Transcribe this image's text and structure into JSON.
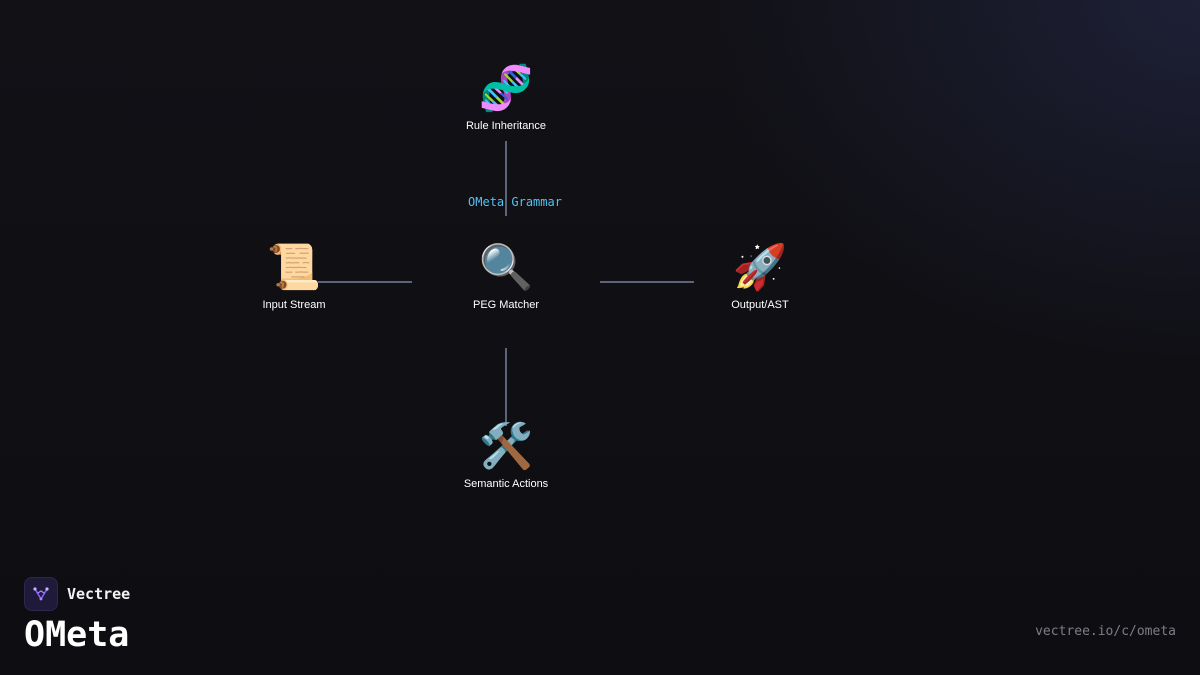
{
  "diagram": {
    "center_label": "OMeta Grammar",
    "nodes": {
      "top": {
        "icon": "dna-icon",
        "emoji": "🧬",
        "label": "Rule Inheritance"
      },
      "left": {
        "icon": "scroll-icon",
        "emoji": "📜",
        "label": "Input Stream"
      },
      "center": {
        "icon": "magnifier-icon",
        "emoji": "🔍",
        "label": "PEG Matcher"
      },
      "right": {
        "icon": "rocket-icon",
        "emoji": "🚀",
        "label": "Output/AST"
      },
      "bottom": {
        "icon": "hammer-wrench-icon",
        "emoji": "🛠️",
        "label": "Semantic Actions"
      }
    }
  },
  "brand": {
    "name": "Vectree",
    "logo_icon": "vectree-logo-icon",
    "accent_color": "#8b5cf6"
  },
  "page": {
    "title": "OMeta",
    "url": "vectree.io/c/ometa"
  },
  "colors": {
    "background": "#0f0f13",
    "connector": "#5b6478",
    "center_label": "#4fc3f7"
  }
}
